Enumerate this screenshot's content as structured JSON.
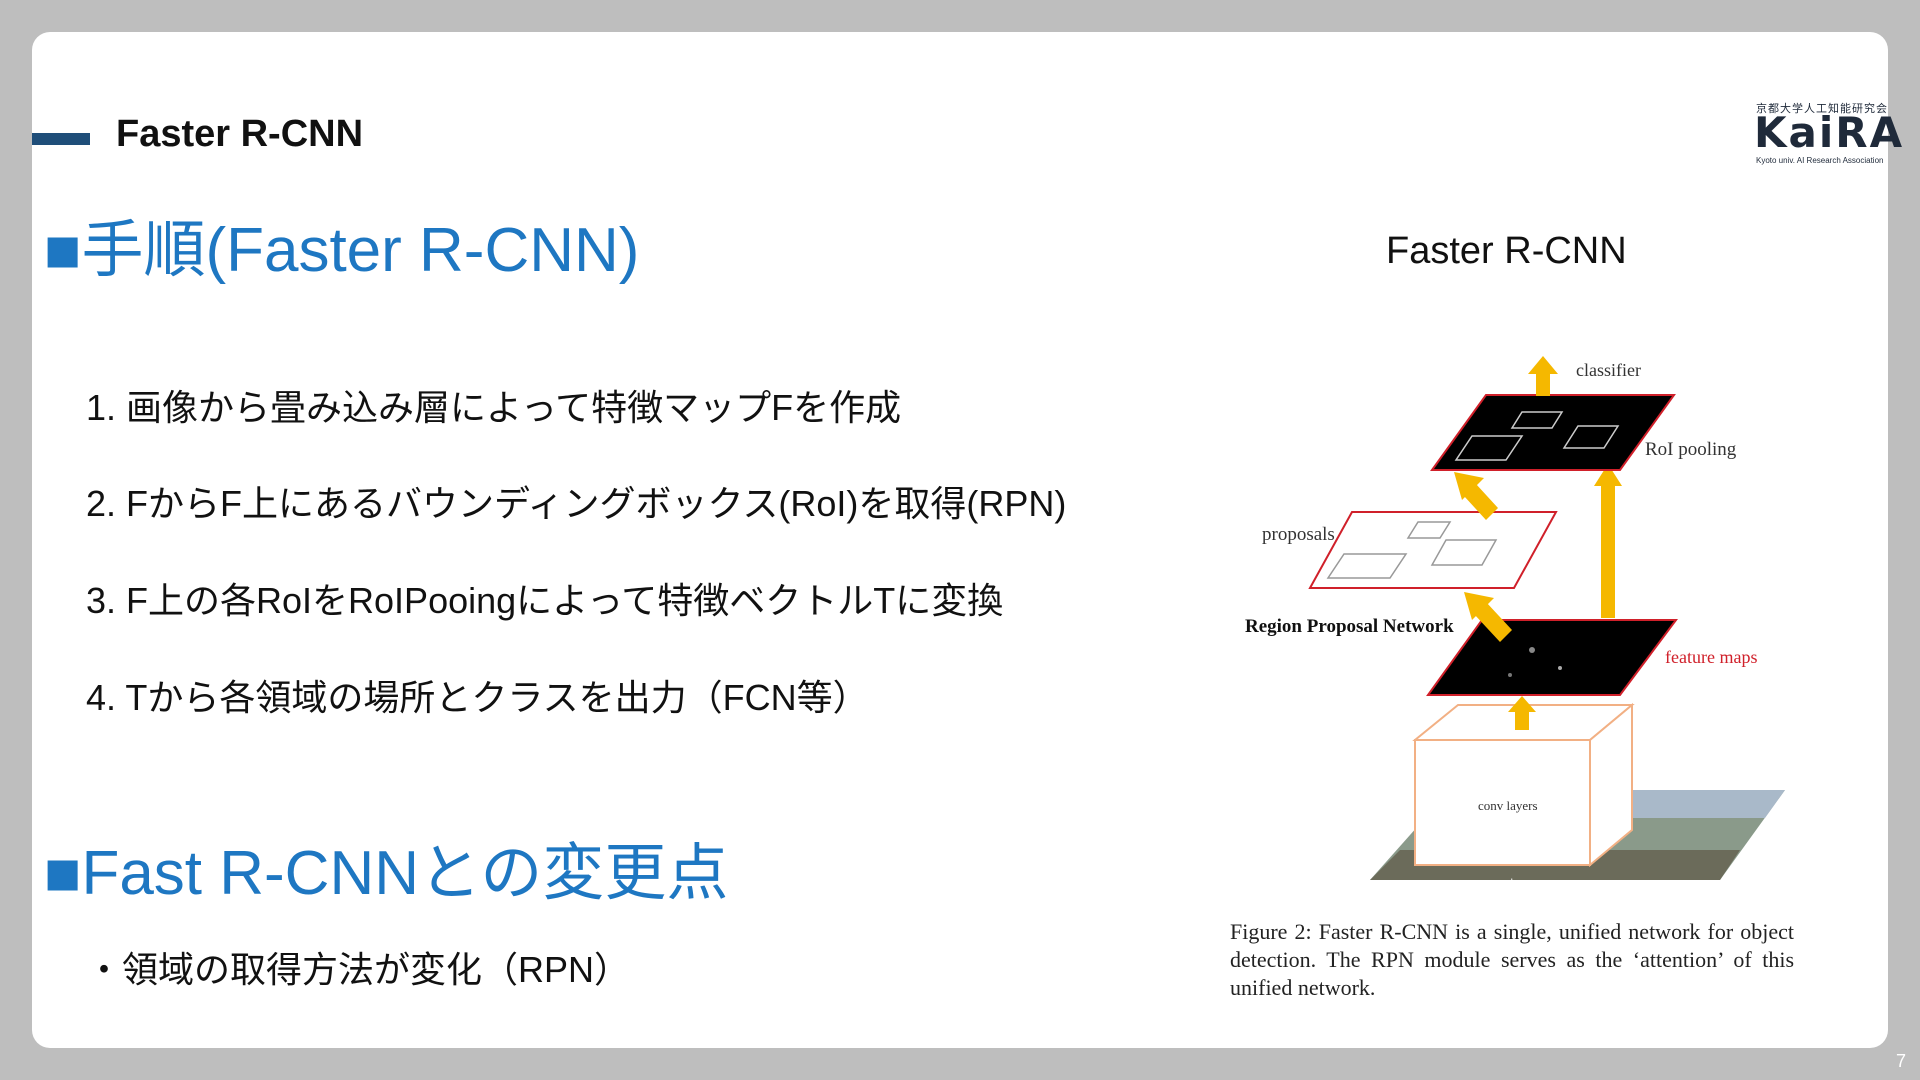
{
  "header": {
    "title": "Faster R-CNN"
  },
  "logo": {
    "jp_text": "京都大学人工知能研究会",
    "main_text": "KaiRA",
    "sub_text": "Kyoto univ. AI Research Association"
  },
  "section1": {
    "title": "■手順(Faster R-CNN)",
    "steps": [
      "1. 画像から畳み込み層によって特徴マップFを作成",
      "2. FからF上にあるバウンディングボックス(RoI)を取得(RPN)",
      "3. F上の各RoIをRoIPooingによって特徴ベクトルTに変換",
      "4. Tから各領域の場所とクラスを出力（FCN等）"
    ]
  },
  "section2": {
    "title": "■Fast R-CNNとの変更点",
    "bullet": "・領域の取得方法が変化（RPN）"
  },
  "figure": {
    "title": "Faster R-CNN",
    "labels": {
      "classifier": "classifier",
      "roi_pooling": "RoI pooling",
      "proposals": "proposals",
      "rpn": "Region Proposal Network",
      "feature_maps": "feature maps",
      "conv_layers": "conv layers",
      "image": "image"
    },
    "caption": "Figure 2: Faster R-CNN is a single, unified network for object detection. The RPN module serves as the ‘attention’ of this unified network.",
    "colors": {
      "arrow": "#f5b800",
      "frame_red": "#d0202a",
      "feature_map": "#000000"
    }
  },
  "page_number": "7"
}
